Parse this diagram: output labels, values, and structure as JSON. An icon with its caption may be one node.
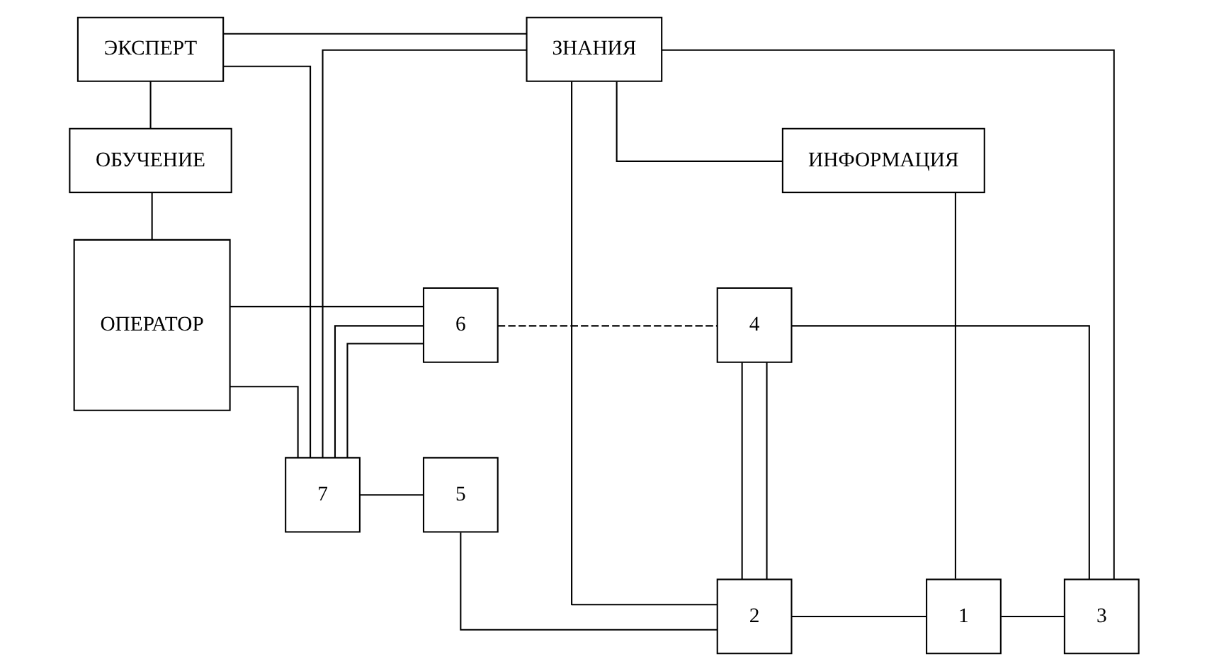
{
  "diagram": {
    "nodes": [
      {
        "text": [
          "ЭКСПЕРТ"
        ]
      },
      {
        "text": [
          "ЗНАНИЯ"
        ]
      },
      {
        "text": [
          "ОБУЧЕНИЕ"
        ]
      },
      {
        "text": [
          "ИНФОРМАЦИЯ"
        ]
      },
      {
        "text": [
          "ОПЕРАТОР"
        ]
      },
      {
        "text": [
          "6"
        ]
      },
      {
        "text": [
          "4"
        ]
      },
      {
        "text": [
          "2"
        ]
      },
      {
        "text": [
          "1"
        ]
      },
      {
        "text": [
          "3"
        ]
      },
      {
        "text": [
          "7"
        ]
      },
      {
        "text": [
          "5"
        ]
      }
    ],
    "edges": [
      {
        "from": 0,
        "to": 1,
        "arrow": "none"
      },
      {
        "from": 0,
        "to": 2,
        "arrow": "none"
      },
      {
        "from": 2,
        "to": 4,
        "arrow": "none"
      },
      {
        "from": 0,
        "to": 10,
        "arrow": "none"
      },
      {
        "from": 1,
        "to": 10,
        "arrow": "none"
      },
      {
        "from": 1,
        "to": 3,
        "arrow": "none"
      },
      {
        "from": 1,
        "to": 7,
        "arrow": "none"
      },
      {
        "from": 1,
        "to": 9,
        "arrow": "none"
      },
      {
        "from": 3,
        "to": 8,
        "arrow": "none"
      },
      {
        "from": 4,
        "to": 5,
        "arrow": "none"
      },
      {
        "from": 4,
        "to": 10,
        "arrow": "none"
      },
      {
        "from": 5,
        "to": 6,
        "arrow": "none",
        "style": "dashed"
      },
      {
        "from": 5,
        "to": 10,
        "arrow": "none"
      },
      {
        "from": 5,
        "to": 10,
        "arrow": "none"
      },
      {
        "from": 6,
        "to": 7,
        "arrow": "none"
      },
      {
        "from": 6,
        "to": 9,
        "arrow": "none"
      },
      {
        "from": 6,
        "to": 7,
        "arrow": "none"
      },
      {
        "from": 10,
        "to": 11,
        "arrow": "none"
      },
      {
        "from": 11,
        "to": 7,
        "arrow": "none"
      },
      {
        "from": 7,
        "to": 8,
        "arrow": "none"
      },
      {
        "from": 8,
        "to": 9,
        "arrow": "none"
      }
    ]
  }
}
